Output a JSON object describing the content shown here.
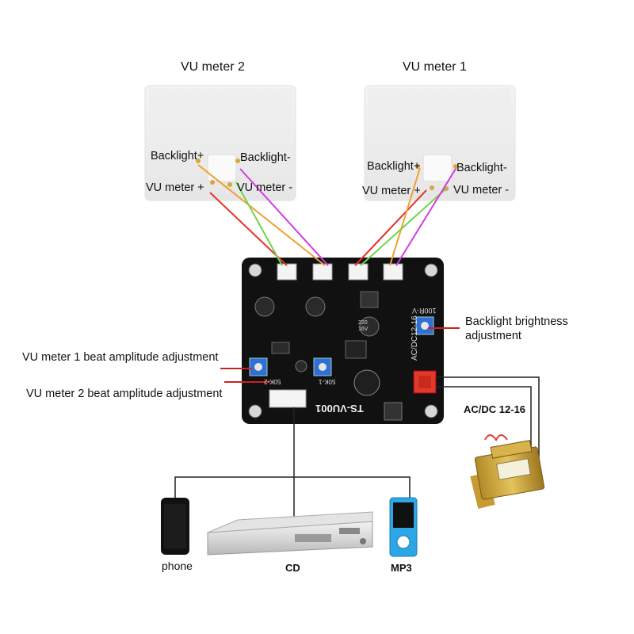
{
  "meter_titles": {
    "meter2": "VU meter 2",
    "meter1": "VU meter 1"
  },
  "meter2_pins": {
    "backlight_pos": "Backlight+",
    "backlight_neg": "Backlight-",
    "vu_pos": "VU meter +",
    "vu_neg": "VU meter -"
  },
  "meter1_pins": {
    "backlight_pos": "Backlight+",
    "backlight_neg": "Backlight-",
    "vu_pos": "VU meter +",
    "vu_neg": "VU meter -"
  },
  "adjustments": {
    "backlight_brightness": "Backlight brightness adjustment",
    "meter1_beat": "VU meter 1 beat amplitude adjustment",
    "meter2_beat": "VU meter 2 beat amplitude adjustment"
  },
  "power_label": "AC/DC 12-16",
  "board": {
    "model": "TS-VU001",
    "silk_power": "AC/DC12-16",
    "silk_pot": "100R-V",
    "silk_pot2": "50K-1",
    "silk_pot3": "50K-2",
    "cap_label": "220 16V"
  },
  "sources": {
    "phone": "phone",
    "cd": "CD",
    "mp3": "MP3"
  },
  "wire_colors": {
    "red": "#e8322a",
    "orange": "#f0a030",
    "green": "#6fd64a",
    "magenta": "#d23ce0",
    "black": "#222222"
  }
}
